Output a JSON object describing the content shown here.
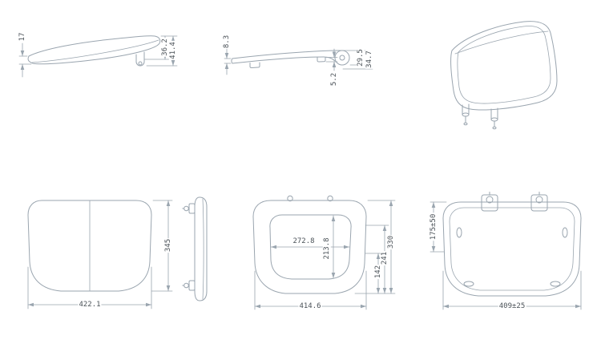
{
  "drawing": {
    "line_color": "#9aa5af",
    "text_color": "#4b5258",
    "views": {
      "front": {
        "dim_lip_thickness": "17",
        "dim_seat_height": "36.2",
        "dim_total_height": "41.4"
      },
      "side": {
        "dim_front_edge": "8.3",
        "dim_bumper_height": "5.2",
        "dim_hinge_height": "29.5",
        "dim_total_height": "34.7"
      },
      "lid_top": {
        "dim_depth": "345",
        "dim_width": "422.1"
      },
      "seat_top": {
        "dim_inner_width": "272.8",
        "dim_inner_depth": "213.8",
        "dim_a": "142",
        "dim_b": "241",
        "dim_outer_depth": "330",
        "dim_width": "414.6"
      },
      "underside": {
        "dim_hinge_offset": "175±50",
        "dim_width": "409±25"
      }
    }
  }
}
